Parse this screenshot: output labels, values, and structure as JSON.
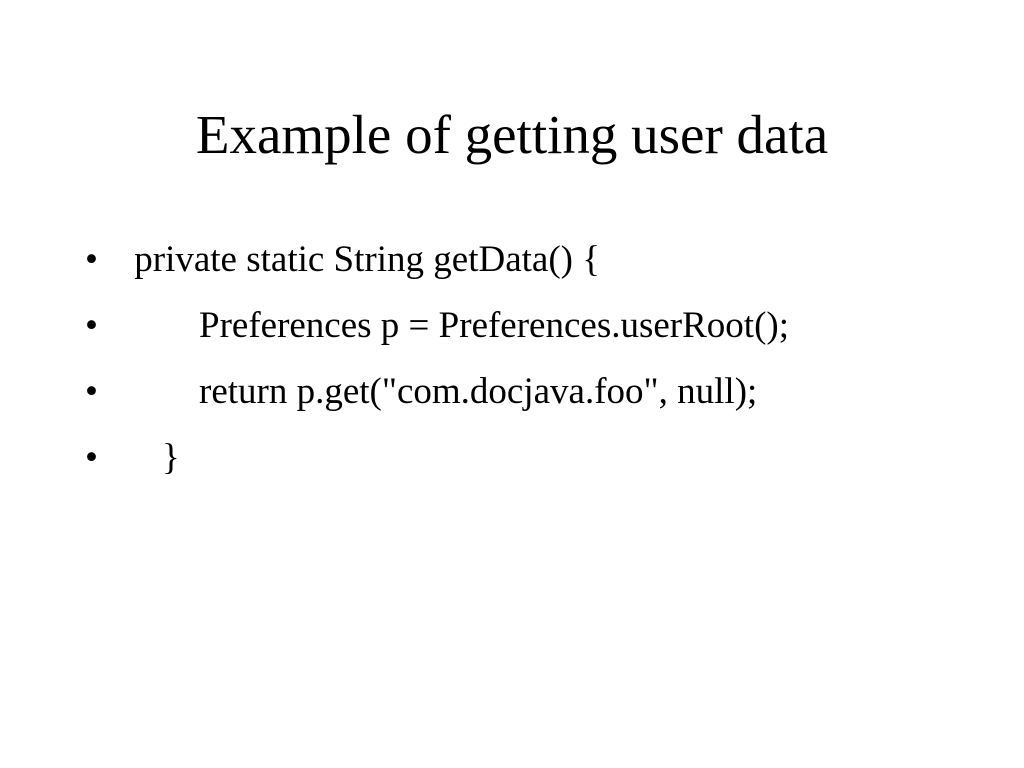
{
  "slide": {
    "title": "Example of getting user data",
    "bullets": [
      {
        "marker": "•",
        "text": " private static String getData() {"
      },
      {
        "marker": "•",
        "text": "        Preferences p = Preferences.userRoot();"
      },
      {
        "marker": "•",
        "text": "        return p.get(\"com.docjava.foo\", null);"
      },
      {
        "marker": "•",
        "text": "    }"
      }
    ]
  }
}
